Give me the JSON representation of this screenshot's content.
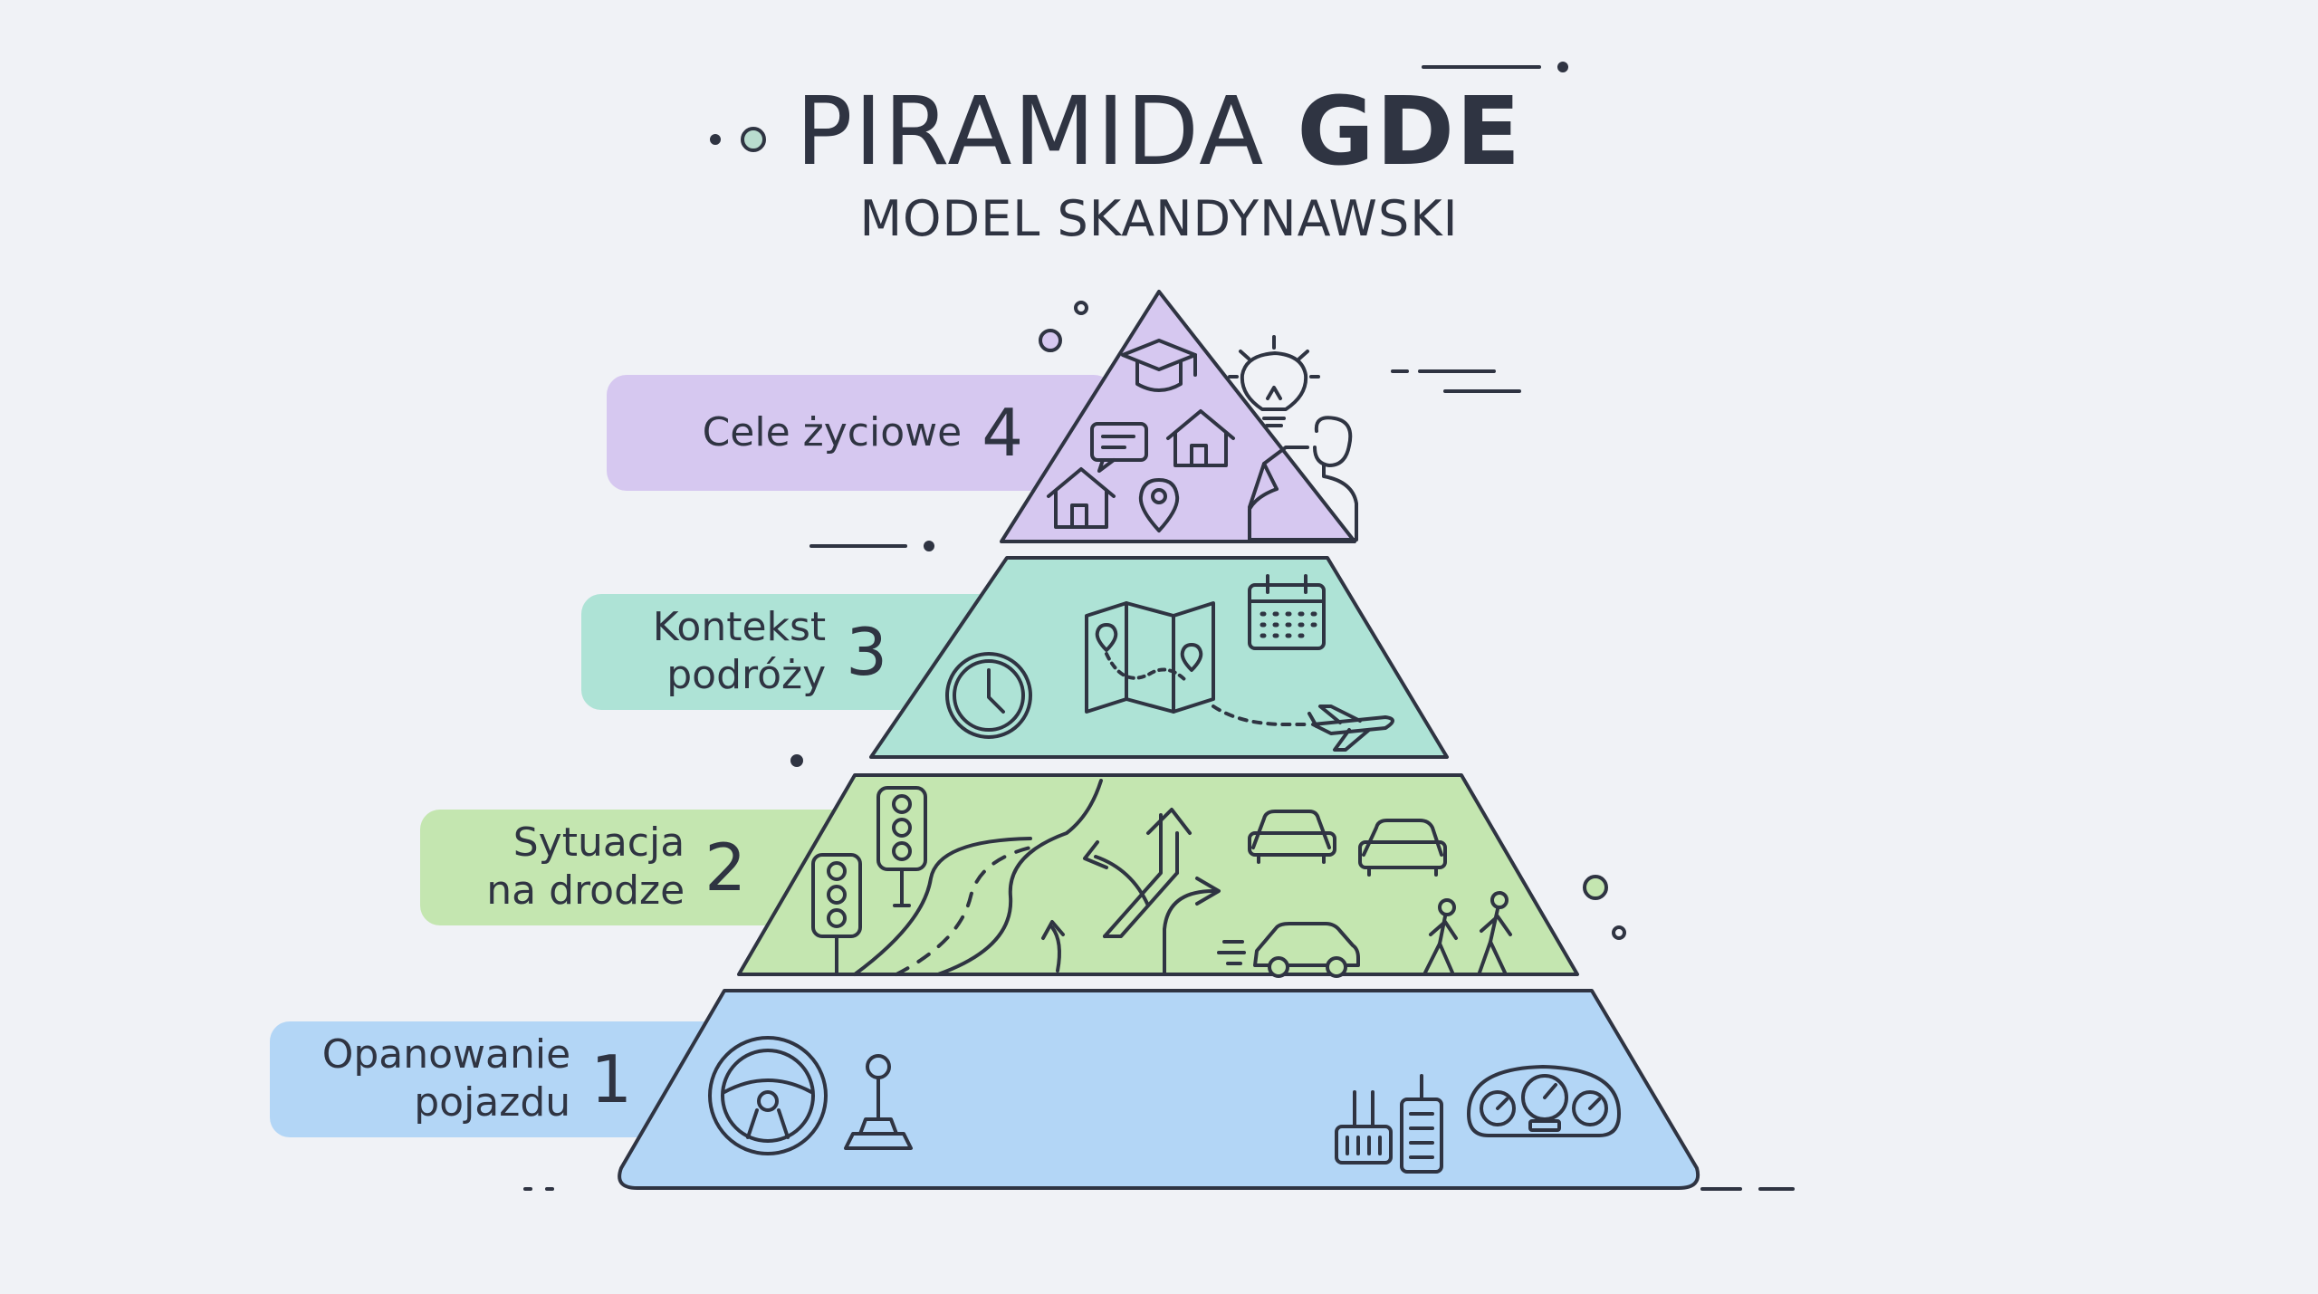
{
  "title": {
    "light": "PIRAMIDA ",
    "bold": "GDE"
  },
  "subtitle": "MODEL SKANDYNAWSKI",
  "colors": {
    "background": "#f0f2f6",
    "ink": "#2f3442",
    "level1": "#b3d6f6",
    "level2": "#c4e6b0",
    "level3": "#aee3d6",
    "level4": "#d6c8f0"
  },
  "levels": [
    {
      "number": "4",
      "lines": [
        "Cele życiowe"
      ],
      "icons": [
        "graduation-cap-icon",
        "lightbulb-icon",
        "chat-bubble-icon",
        "house-icon",
        "house-icon",
        "location-pin-icon",
        "thinking-person-icon"
      ]
    },
    {
      "number": "3",
      "lines": [
        "Kontekst",
        "podróży"
      ],
      "icons": [
        "clock-icon",
        "map-icon",
        "calendar-icon",
        "airplane-icon"
      ]
    },
    {
      "number": "2",
      "lines": [
        "Sytuacja",
        "na drodze"
      ],
      "icons": [
        "traffic-light-icon",
        "road-icon",
        "turn-arrows-icon",
        "car-icon",
        "pedestrians-icon"
      ]
    },
    {
      "number": "1",
      "lines": [
        "Opanowanie",
        "pojazdu"
      ],
      "icons": [
        "steering-wheel-icon",
        "gear-stick-icon",
        "pedals-icon",
        "dashboard-gauges-icon"
      ]
    }
  ]
}
